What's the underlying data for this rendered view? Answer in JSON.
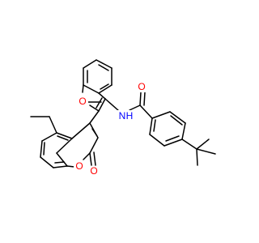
{
  "colors": {
    "background": "#ffffff",
    "bond": "#000000",
    "oxygen": "#ff0000",
    "nitrogen": "#0000ff",
    "carbon_label": "#000000"
  },
  "structure": {
    "atom_labels": {
      "amide_oxygen": "O",
      "amide_nitrogen": "N",
      "amide_hydrogen": "H",
      "furan_oxygen": "O",
      "coumarin_ring_oxygen": "O",
      "coumarin_carbonyl_oxygen": "O"
    }
  }
}
